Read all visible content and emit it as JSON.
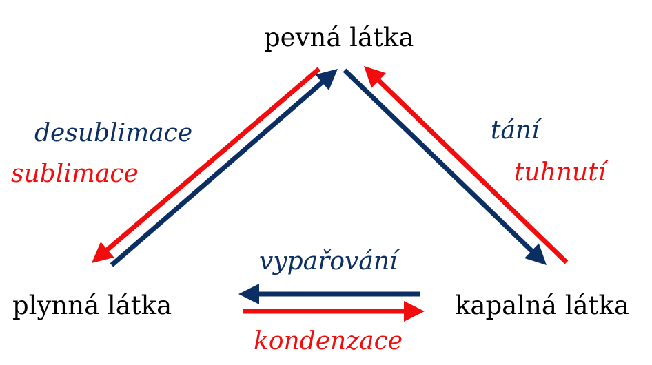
{
  "colors": {
    "blue": "#0b2f63",
    "red": "#f10d0d"
  },
  "states": {
    "solid": "pevná látka",
    "gas": "plynná látka",
    "liquid": "kapalná látka"
  },
  "processes": {
    "desublimation": "desublimace",
    "sublimation": "sublimace",
    "melting": "tání",
    "solidification": "tuhnutí",
    "evaporation": "vypařování",
    "condensation": "kondenzace"
  }
}
